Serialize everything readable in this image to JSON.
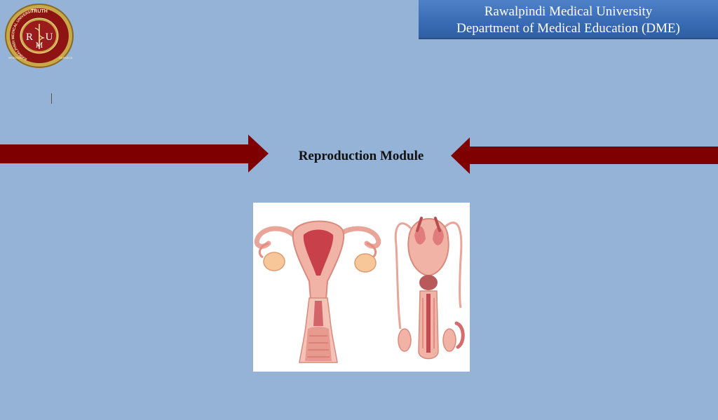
{
  "header": {
    "university": "Rawalpindi Medical University",
    "department": "Department of Medical Education (DME)"
  },
  "logo": {
    "top_text": "TRUTH",
    "ring_text": "RAWALPINDI MEDICAL UNIVERSITY",
    "side_left": "WISDOM",
    "side_right": "SERVICE",
    "monogram_r": "R",
    "monogram_m": "M",
    "monogram_u": "U"
  },
  "main": {
    "title": "Reproduction Module"
  },
  "colors": {
    "background": "#95b3d7",
    "arrow": "#7f0000",
    "banner": "#3a6db5"
  }
}
